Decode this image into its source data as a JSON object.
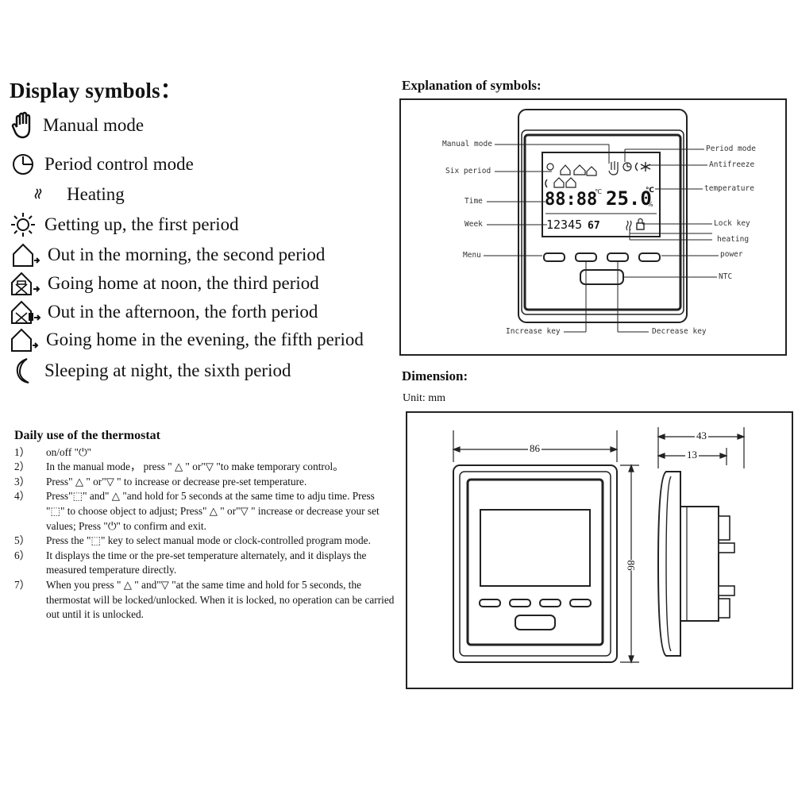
{
  "display": {
    "title": "Display symbols：",
    "symbols": [
      {
        "icon": "hand-icon",
        "label": "Manual mode"
      },
      {
        "icon": "clock-icon",
        "label": "Period control mode"
      },
      {
        "icon": "heating-icon",
        "label": "Heating"
      },
      {
        "icon": "sun-icon",
        "label": "Getting up, the first period"
      },
      {
        "icon": "house-out-icon",
        "label": "Out in the morning, the second period"
      },
      {
        "icon": "house-home-icon",
        "label": "Going home at noon, the third period"
      },
      {
        "icon": "house-out-afternoon-icon",
        "label": "Out in the afternoon, the forth period"
      },
      {
        "icon": "house-evening-icon",
        "label": "Going home in the evening, the fifth period"
      },
      {
        "icon": "moon-icon",
        "label": "Sleeping at night, the sixth period"
      }
    ]
  },
  "usage": {
    "title": "Daily use of the thermostat",
    "items": [
      {
        "num": "1）",
        "text": "on/off \"⏻\""
      },
      {
        "num": "2）",
        "text": "In the manual mode， press \" △ \" or\"▽ \"to make temporary control。"
      },
      {
        "num": "3）",
        "text": "Press\" △ \" or\"▽ \" to increase or decrease pre-set temperature."
      },
      {
        "num": "4）",
        "text": "Press\"⬚\" and\" △ \"and hold for 5 seconds at the same time to adju time. Press \"⬚\" to choose object to adjust; Press\" △ \" or\"▽ \" increase or decrease your set values; Press \"⏻\" to confirm and exit."
      },
      {
        "num": "5）",
        "text": "Press the \"⬚\" key to select manual mode or clock-controlled program mode."
      },
      {
        "num": "6）",
        "text": "It displays the time or the pre-set temperature alternately, and it displays the measured temperature directly."
      },
      {
        "num": "7）",
        "text": "When you press \" △ \" and\"▽ \"at the same time and hold for 5 seconds, the thermostat will be locked/unlocked. When it is locked, no operation can be carried out until it is unlocked."
      }
    ]
  },
  "explanation": {
    "title": "Explanation of symbols:",
    "lcd": {
      "time": "88:88",
      "temp": "25.0",
      "temp_unit": "℃",
      "percent": "%",
      "week": "12345",
      "week_tail": "67"
    },
    "labels": {
      "manual_mode": "Manual mode",
      "six_period": "Six period",
      "time": "Time",
      "week": "Week",
      "menu": "Menu",
      "period_mode": "Period mode",
      "antifreeze": "Antifreeze",
      "temperature": "temperature",
      "lock_key": "Lock key",
      "heating_power_1": "heating",
      "heating_power_2": "power",
      "ntc": "NTC",
      "increase_key": "Increase key",
      "decrease_key": "Decrease key"
    }
  },
  "dimension": {
    "title": "Dimension:",
    "unit": "Unit: mm",
    "width": "86",
    "height": "86",
    "depth": "43",
    "depth_inner": "13"
  }
}
